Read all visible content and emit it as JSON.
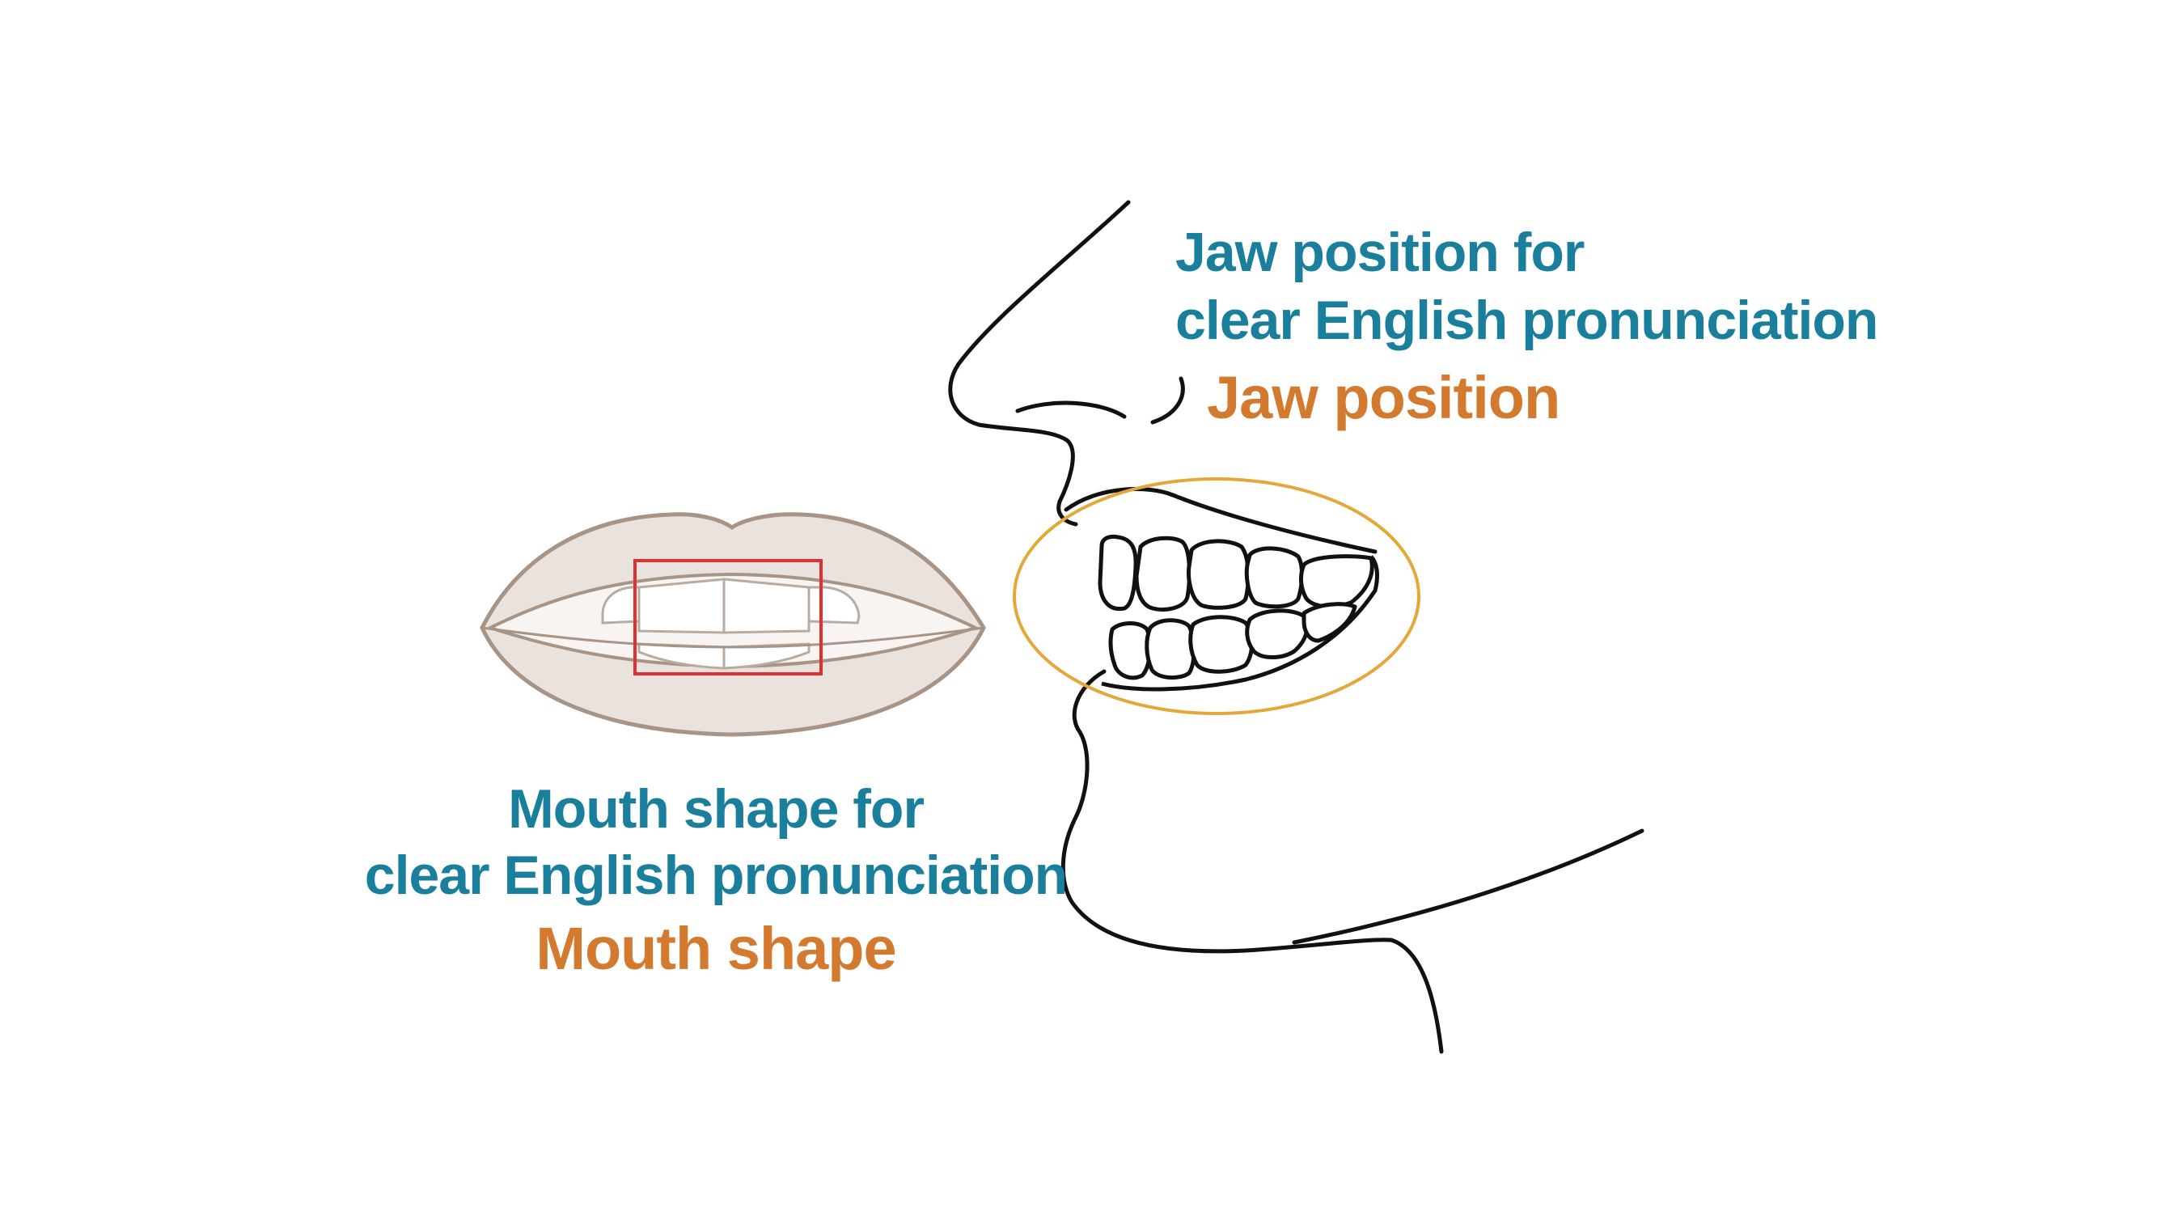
{
  "jaw": {
    "title_line1": "Jaw position for",
    "title_line2": "clear English pronunciation",
    "caption": "Jaw position"
  },
  "mouth": {
    "title_line1": "Mouth shape for",
    "title_line2": "clear English pronunciation",
    "caption": "Mouth shape"
  },
  "colors": {
    "title_teal": "#1a7f9c",
    "caption_orange": "#d37a2f",
    "highlight_box_red": "#e03030",
    "highlight_ellipse_gold": "#e3a73a",
    "lip_fill": "#e9e2dd",
    "lip_outline": "#a89484",
    "line_black": "#111111"
  },
  "illustrations": {
    "front_mouth": "front-view-lips-with-teeth",
    "side_profile": "side-profile-face-with-teeth"
  }
}
